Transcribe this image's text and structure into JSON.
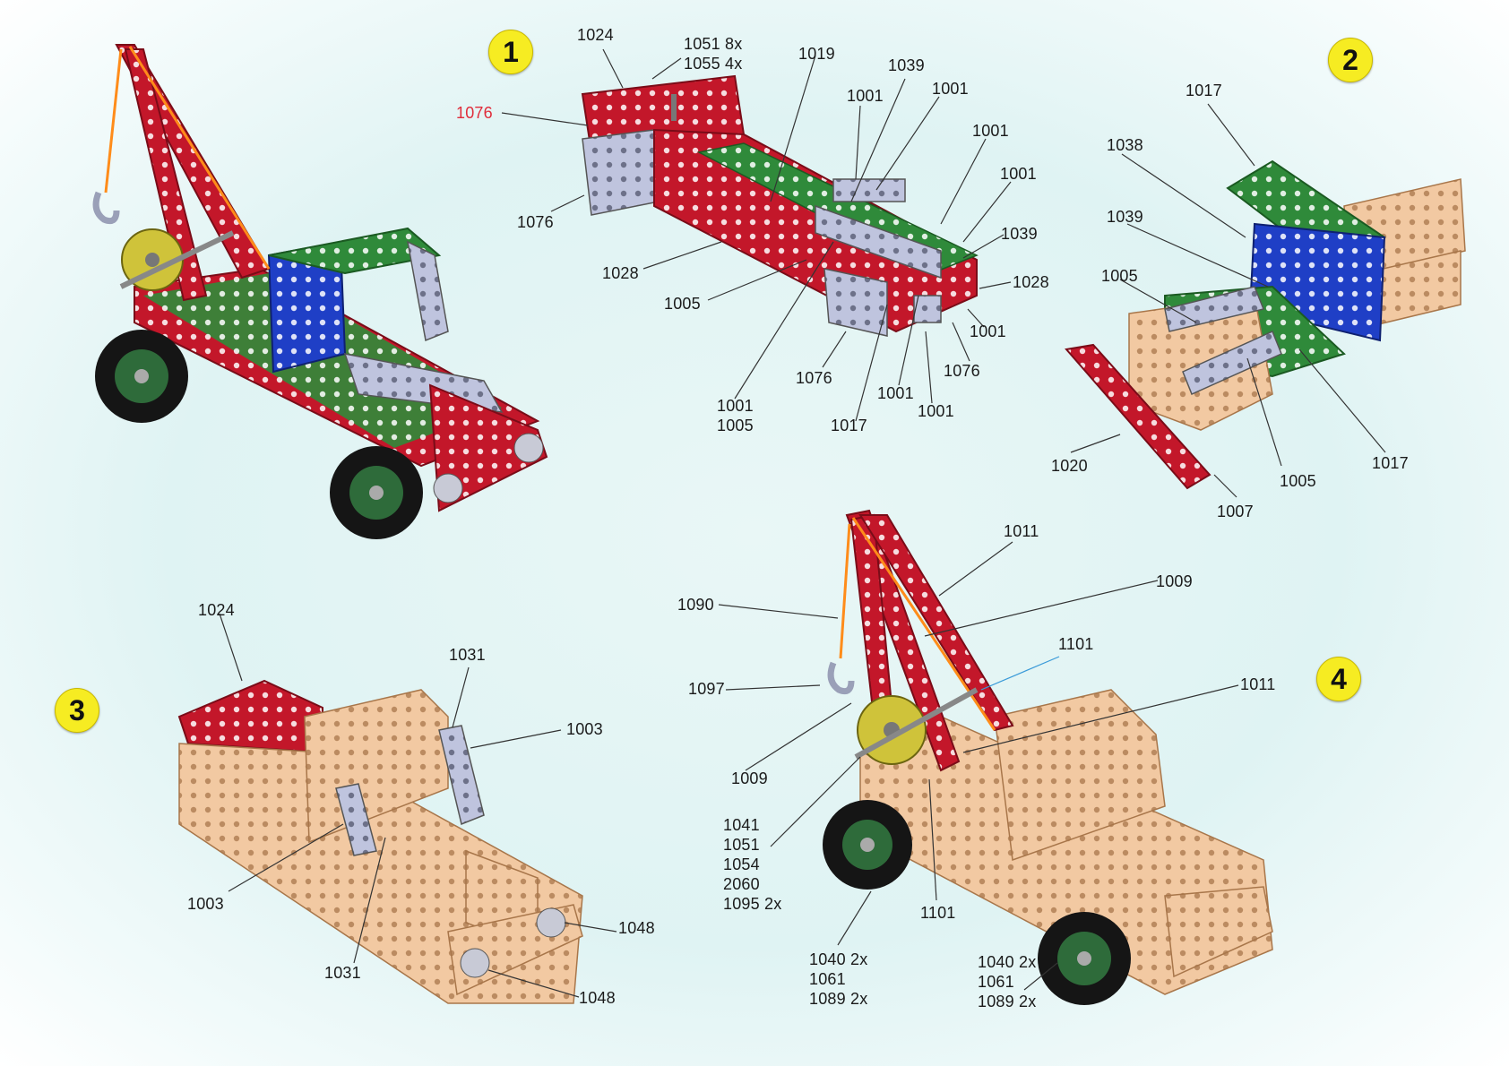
{
  "colors": {
    "red": "#c3172a",
    "green": "#2f8a3a",
    "blue": "#1f3fc6",
    "silver": "#b9bfd8",
    "cream": "#f2c9a2",
    "orange": "#ff8c1a",
    "yellow_badge": "#f6ec22"
  },
  "steps": [
    {
      "number": "1"
    },
    {
      "number": "2"
    },
    {
      "number": "3"
    },
    {
      "number": "4"
    }
  ],
  "step1": {
    "labels": [
      "1024",
      "1051 8x\n1055 4x",
      "1019",
      "1039",
      "1001",
      "1001",
      "1001",
      "1001",
      "1039",
      "1076",
      "1076",
      "1028",
      "1028",
      "1005",
      "1001",
      "1076",
      "1076",
      "1001\n1005",
      "1017",
      "1001",
      "1001"
    ]
  },
  "step2": {
    "labels": [
      "1017",
      "1038",
      "1039",
      "1005",
      "1020",
      "1007",
      "1005",
      "1017"
    ]
  },
  "step3": {
    "labels": [
      "1024",
      "1031",
      "1003",
      "1003",
      "1031",
      "1048",
      "1048"
    ]
  },
  "step4": {
    "labels": [
      "1011",
      "1009",
      "1090",
      "1101",
      "1097",
      "1011",
      "1009",
      "1041\n1051\n1054\n2060\n1095 2x",
      "1101",
      "1040 2x\n1061\n1089 2x",
      "1040 2x\n1061\n1089 2x"
    ]
  }
}
